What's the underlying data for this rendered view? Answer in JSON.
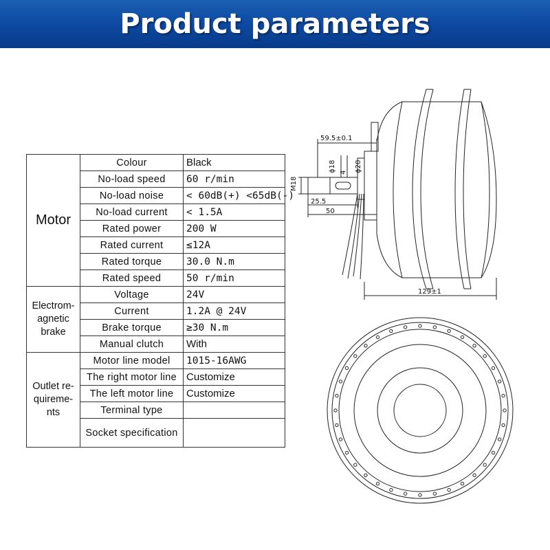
{
  "header": {
    "title": "Product parameters"
  },
  "groups": {
    "motor": "Motor",
    "brake": "Electrom-agnetic brake",
    "outlet": "Outlet re-quireme-nts"
  },
  "rows": [
    {
      "name": "Colour",
      "value": "Black"
    },
    {
      "name": "No-load speed",
      "value": "60 r/min"
    },
    {
      "name": "No-load noise",
      "value": "< 60dB(+) <65dB(-)"
    },
    {
      "name": "No-load current",
      "value": "< 1.5A"
    },
    {
      "name": "Rated power",
      "value": "200 W"
    },
    {
      "name": "Rated current",
      "value": "≤12A"
    },
    {
      "name": "Rated torque",
      "value": "30.0 N.m"
    },
    {
      "name": "Rated speed",
      "value": "50 r/min"
    },
    {
      "name": "Voltage",
      "value": "24V"
    },
    {
      "name": "Current",
      "value": "1.2A @ 24V"
    },
    {
      "name": "Brake torque",
      "value": "≥30 N.m"
    },
    {
      "name": "Manual clutch",
      "value": "With"
    },
    {
      "name": "Motor line model",
      "value": "1015-16AWG"
    },
    {
      "name": "The right motor line",
      "value": "Customize"
    },
    {
      "name": "The left motor line",
      "value": "Customize"
    },
    {
      "name": "Terminal type",
      "value": ""
    },
    {
      "name": "Socket specification",
      "value": ""
    }
  ],
  "drawing": {
    "dim_overall": "59.5±0.1",
    "dim_d18": "ϕ18",
    "dim_d20": "ϕ20",
    "dim_m18": "M18",
    "dim_4": "4",
    "dim_25_5": "25.5",
    "dim_50": "50",
    "dim_129": "129±1"
  }
}
